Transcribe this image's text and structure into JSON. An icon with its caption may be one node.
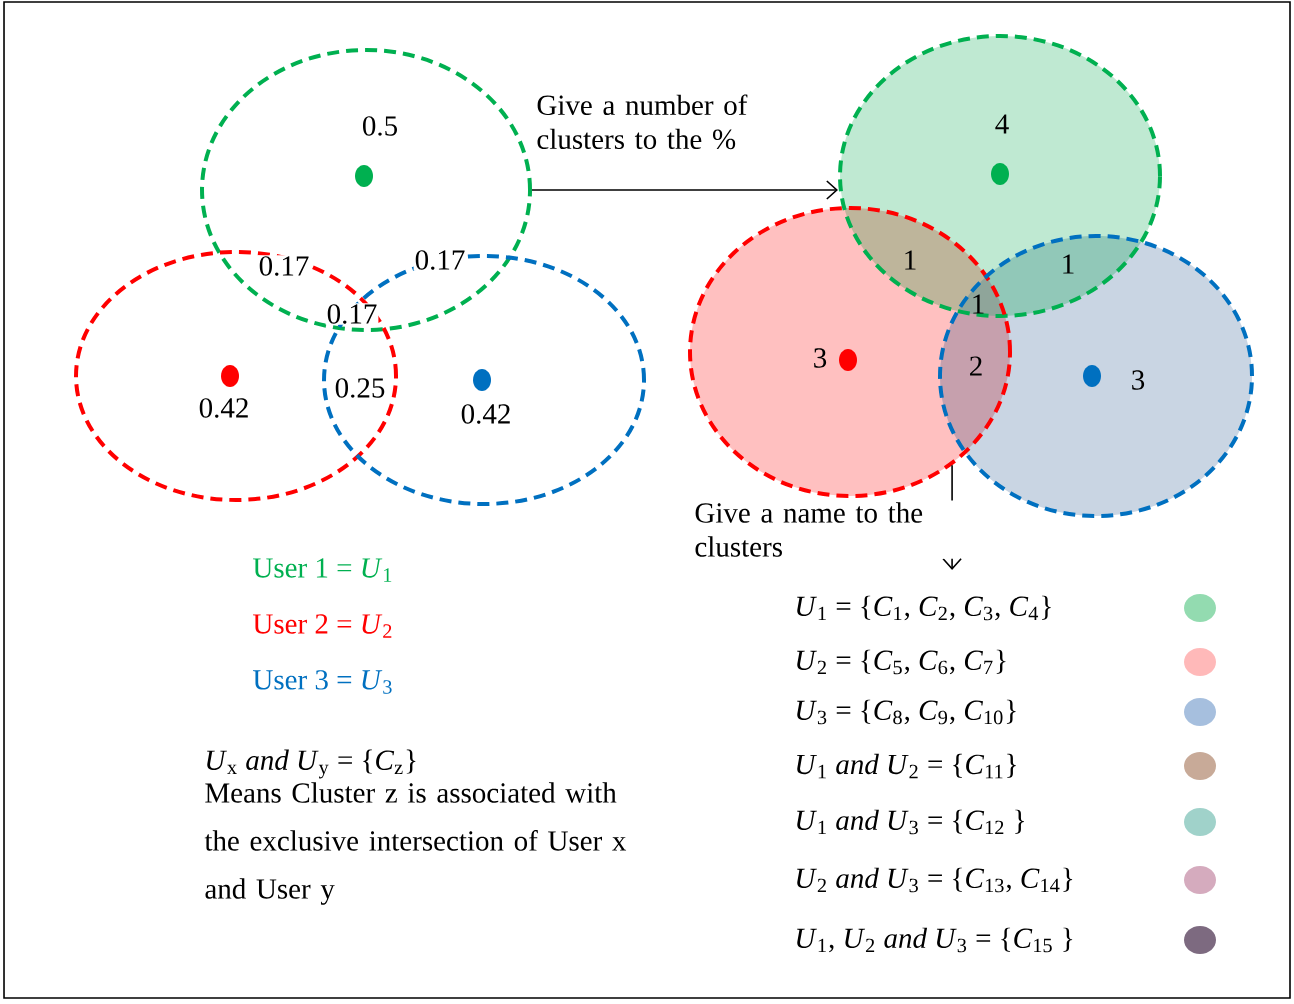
{
  "diagram": {
    "nodes": [
      {
        "text": [
          "0.5"
        ]
      },
      {
        "text": [
          "0.42"
        ]
      },
      {
        "text": [
          "0.42"
        ]
      },
      {
        "text": [
          "4"
        ]
      },
      {
        "text": [
          "3"
        ]
      },
      {
        "text": [
          "3"
        ]
      }
    ],
    "edges": [
      {
        "from": 0,
        "to": 3,
        "arrow": "to",
        "label": "Give a number of clusters to the %"
      },
      {
        "from": 4,
        "to": null,
        "arrow": "to",
        "label": "Give a name to the clusters"
      }
    ],
    "labels": [
      "0.17",
      "0.17",
      "0.17",
      "0.25",
      "1",
      "1",
      "1",
      "2",
      "User 1 = *U*$_{1}$",
      "User 2 = *U*$_{2}$",
      "User 3 = *U*$_{3}$",
      "*U*$_{x}$ *and U*$_{y}$ = {*C*$_{z}$}",
      "Means Cluster z is associated with the exclusive intersection of User x and User y"
    ],
    "legend": [
      {
        "text": "*U*$_{1}$ = {*C*$_{1}$, *C*$_{2}$, *C*$_{3}$, *C*$_{4}$}",
        "color": "#93dbb0"
      },
      {
        "text": "*U*$_{2}$ = {*C*$_{5}$, *C*$_{6}$, *C*$_{7}$}",
        "color": "#ffb9b9"
      },
      {
        "text": "*U*$_{3}$ = {*C*$_{8}$, *C*$_{9}$, *C*$_{10}$}",
        "color": "#a6bfde"
      },
      {
        "text": "*U*$_{1}$ *and U*$_{2}$ = {*C*$_{11}$}",
        "color": "#c8aa98"
      },
      {
        "text": "*U*$_{1}$ *and U*$_{3}$ = {*C*$_{12}$ }",
        "color": "#a0d2ca"
      },
      {
        "text": "*U*$_{2}$ *and U*$_{3}$ = {*C*$_{13}$, *C*$_{14}$}",
        "color": "#d5abbe"
      },
      {
        "text": "*U*$_{1}$, *U*$_{2}$ *and U*$_{3}$ = {*C*$_{15}$ }",
        "color": "#7d6a80"
      }
    ]
  }
}
